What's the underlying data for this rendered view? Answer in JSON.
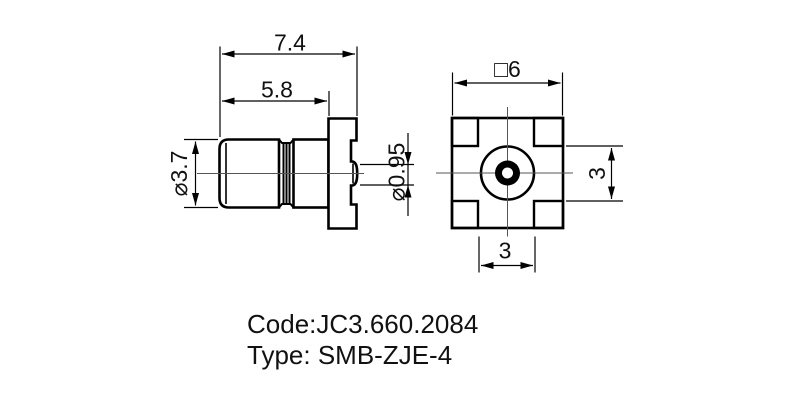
{
  "drawing": {
    "kind": "connector-engineering-drawing",
    "colors": {
      "line": "#000000",
      "centerline": "#555555",
      "background": "#ffffff"
    }
  },
  "side_view": {
    "dim_overall_length": "7.4",
    "dim_body_length": "5.8",
    "dim_body_diameter": "⌀3.7",
    "dim_pin_diameter": "⌀0.95"
  },
  "front_view": {
    "dim_flange_width": "□6",
    "dim_center_height": "3",
    "dim_center_width": "3"
  },
  "notes": {
    "code": "Code:JC3.660.2084",
    "type": "Type: SMB-ZJE-4"
  }
}
